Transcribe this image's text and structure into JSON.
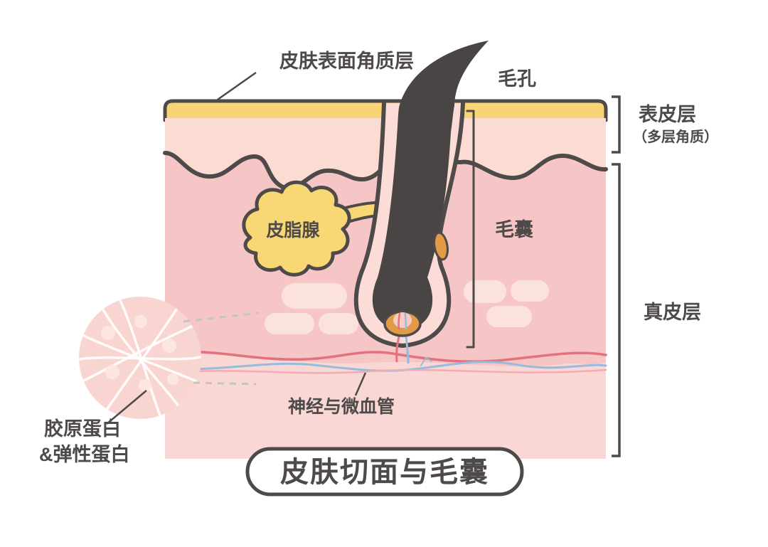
{
  "title": {
    "text": "皮肤切面与毛囊"
  },
  "labels": {
    "surface_keratin": "皮肤表面角质层",
    "pore": "毛孔",
    "epidermis": "表皮层",
    "epidermis_note": "（多层角质）",
    "follicle": "毛囊",
    "sebaceous": "皮脂腺",
    "nerves": "神经与微血管",
    "collagen_line1": "胶原蛋白",
    "collagen_line2": "&弹性蛋白",
    "dermis": "真皮层"
  },
  "colors": {
    "outline": "#4E4A4A",
    "text": "#4E4A4A",
    "hair": "#494545",
    "stratum_band_yellow": "#F8D475",
    "gland_yellow": "#F8D875",
    "epidermis_fill": "#FBDCD3",
    "dermis_fill": "#F6C6C6",
    "subcutis_fill": "#F9D7D4",
    "fat_blob_fill": "#FCE2DE",
    "zoom_circle_fill": "#F9D5D1",
    "zoom_dot_fill": "#FDE6E1",
    "vessel_red": "#E4717E",
    "vessel_red_light": "#F2ABB3",
    "vessel_blue": "#97BBDC",
    "papilla_orange": "#E29A45",
    "background": "#FFFFFF"
  }
}
